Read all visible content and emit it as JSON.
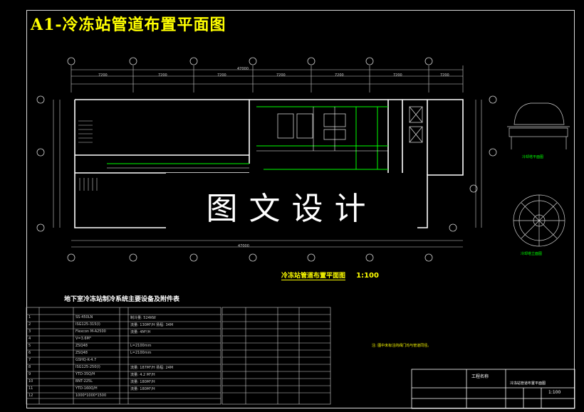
{
  "title": "A1-冷冻站管道布置平面图",
  "watermark": "图文设计",
  "drawing": {
    "subtitle": "冷冻站管道布置平面图",
    "scale": "1:100",
    "total_dim": "47000",
    "axis_dims": [
      "7200",
      "7200",
      "7200",
      "7200",
      "7200",
      "7200",
      "7200"
    ],
    "right_label": "冷却塔平面图",
    "right_label_2": "冷却塔立面图"
  },
  "equipment_table": {
    "title": "地下室冷冻站制冷系统主要设备及附件表",
    "rows": [
      {
        "no": "1",
        "model": "SS-450LN",
        "spec": "制冷量: 524KW"
      },
      {
        "no": "2",
        "model": "ISG125-315(I)",
        "spec": "流量: 130M³/H 扬程: 34M"
      },
      {
        "no": "3",
        "model": "Flexcon M-A2500",
        "spec": "流量: 4M³/H"
      },
      {
        "no": "4",
        "model": "V=3.6M³",
        "spec": ""
      },
      {
        "no": "5",
        "model": "ZSQ48",
        "spec": "L=2100mm"
      },
      {
        "no": "6",
        "model": "ZSQ48",
        "spec": "L=2100mm"
      },
      {
        "no": "7",
        "model": "GSHQ-K-4.7",
        "spec": ""
      },
      {
        "no": "8",
        "model": "ISG125-250(I)",
        "spec": "流量: 187M³/H 扬程: 24M"
      },
      {
        "no": "9",
        "model": "YTD-35Q/H",
        "spec": "流量: 4.2 M³/H"
      },
      {
        "no": "10",
        "model": "BNT-225L",
        "spec": "流量: 180M³/H"
      },
      {
        "no": "11",
        "model": "YTD-160Q/H",
        "spec": "流量: 180M³/H"
      },
      {
        "no": "12",
        "model": "1000*1000*1500",
        "spec": ""
      }
    ]
  },
  "note": "注: 图中未标注的阀门均与管道同径。",
  "title_block": {
    "project": "工程名称",
    "drawing_name": "冷冻站管道布置平面图",
    "scale": "1:100"
  }
}
